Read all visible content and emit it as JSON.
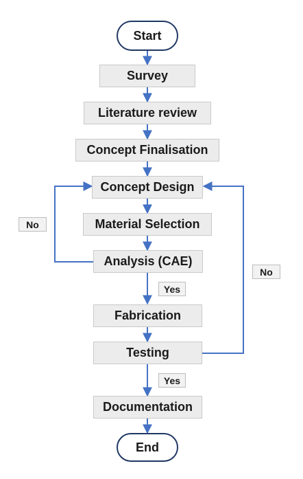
{
  "flowchart": {
    "start": "Start",
    "end": "End",
    "steps": {
      "survey": "Survey",
      "literature_review": "Literature review",
      "concept_finalisation": "Concept Finalisation",
      "concept_design": "Concept Design",
      "material_selection": "Material Selection",
      "analysis": "Analysis (CAE)",
      "fabrication": "Fabrication",
      "testing": "Testing",
      "documentation": "Documentation"
    },
    "labels": {
      "analysis_no": "No",
      "analysis_yes": "Yes",
      "testing_no": "No",
      "testing_yes": "Yes"
    }
  },
  "colors": {
    "connector": "#4472c4",
    "process_fill": "#ececec",
    "terminal_border": "#1f3763"
  }
}
